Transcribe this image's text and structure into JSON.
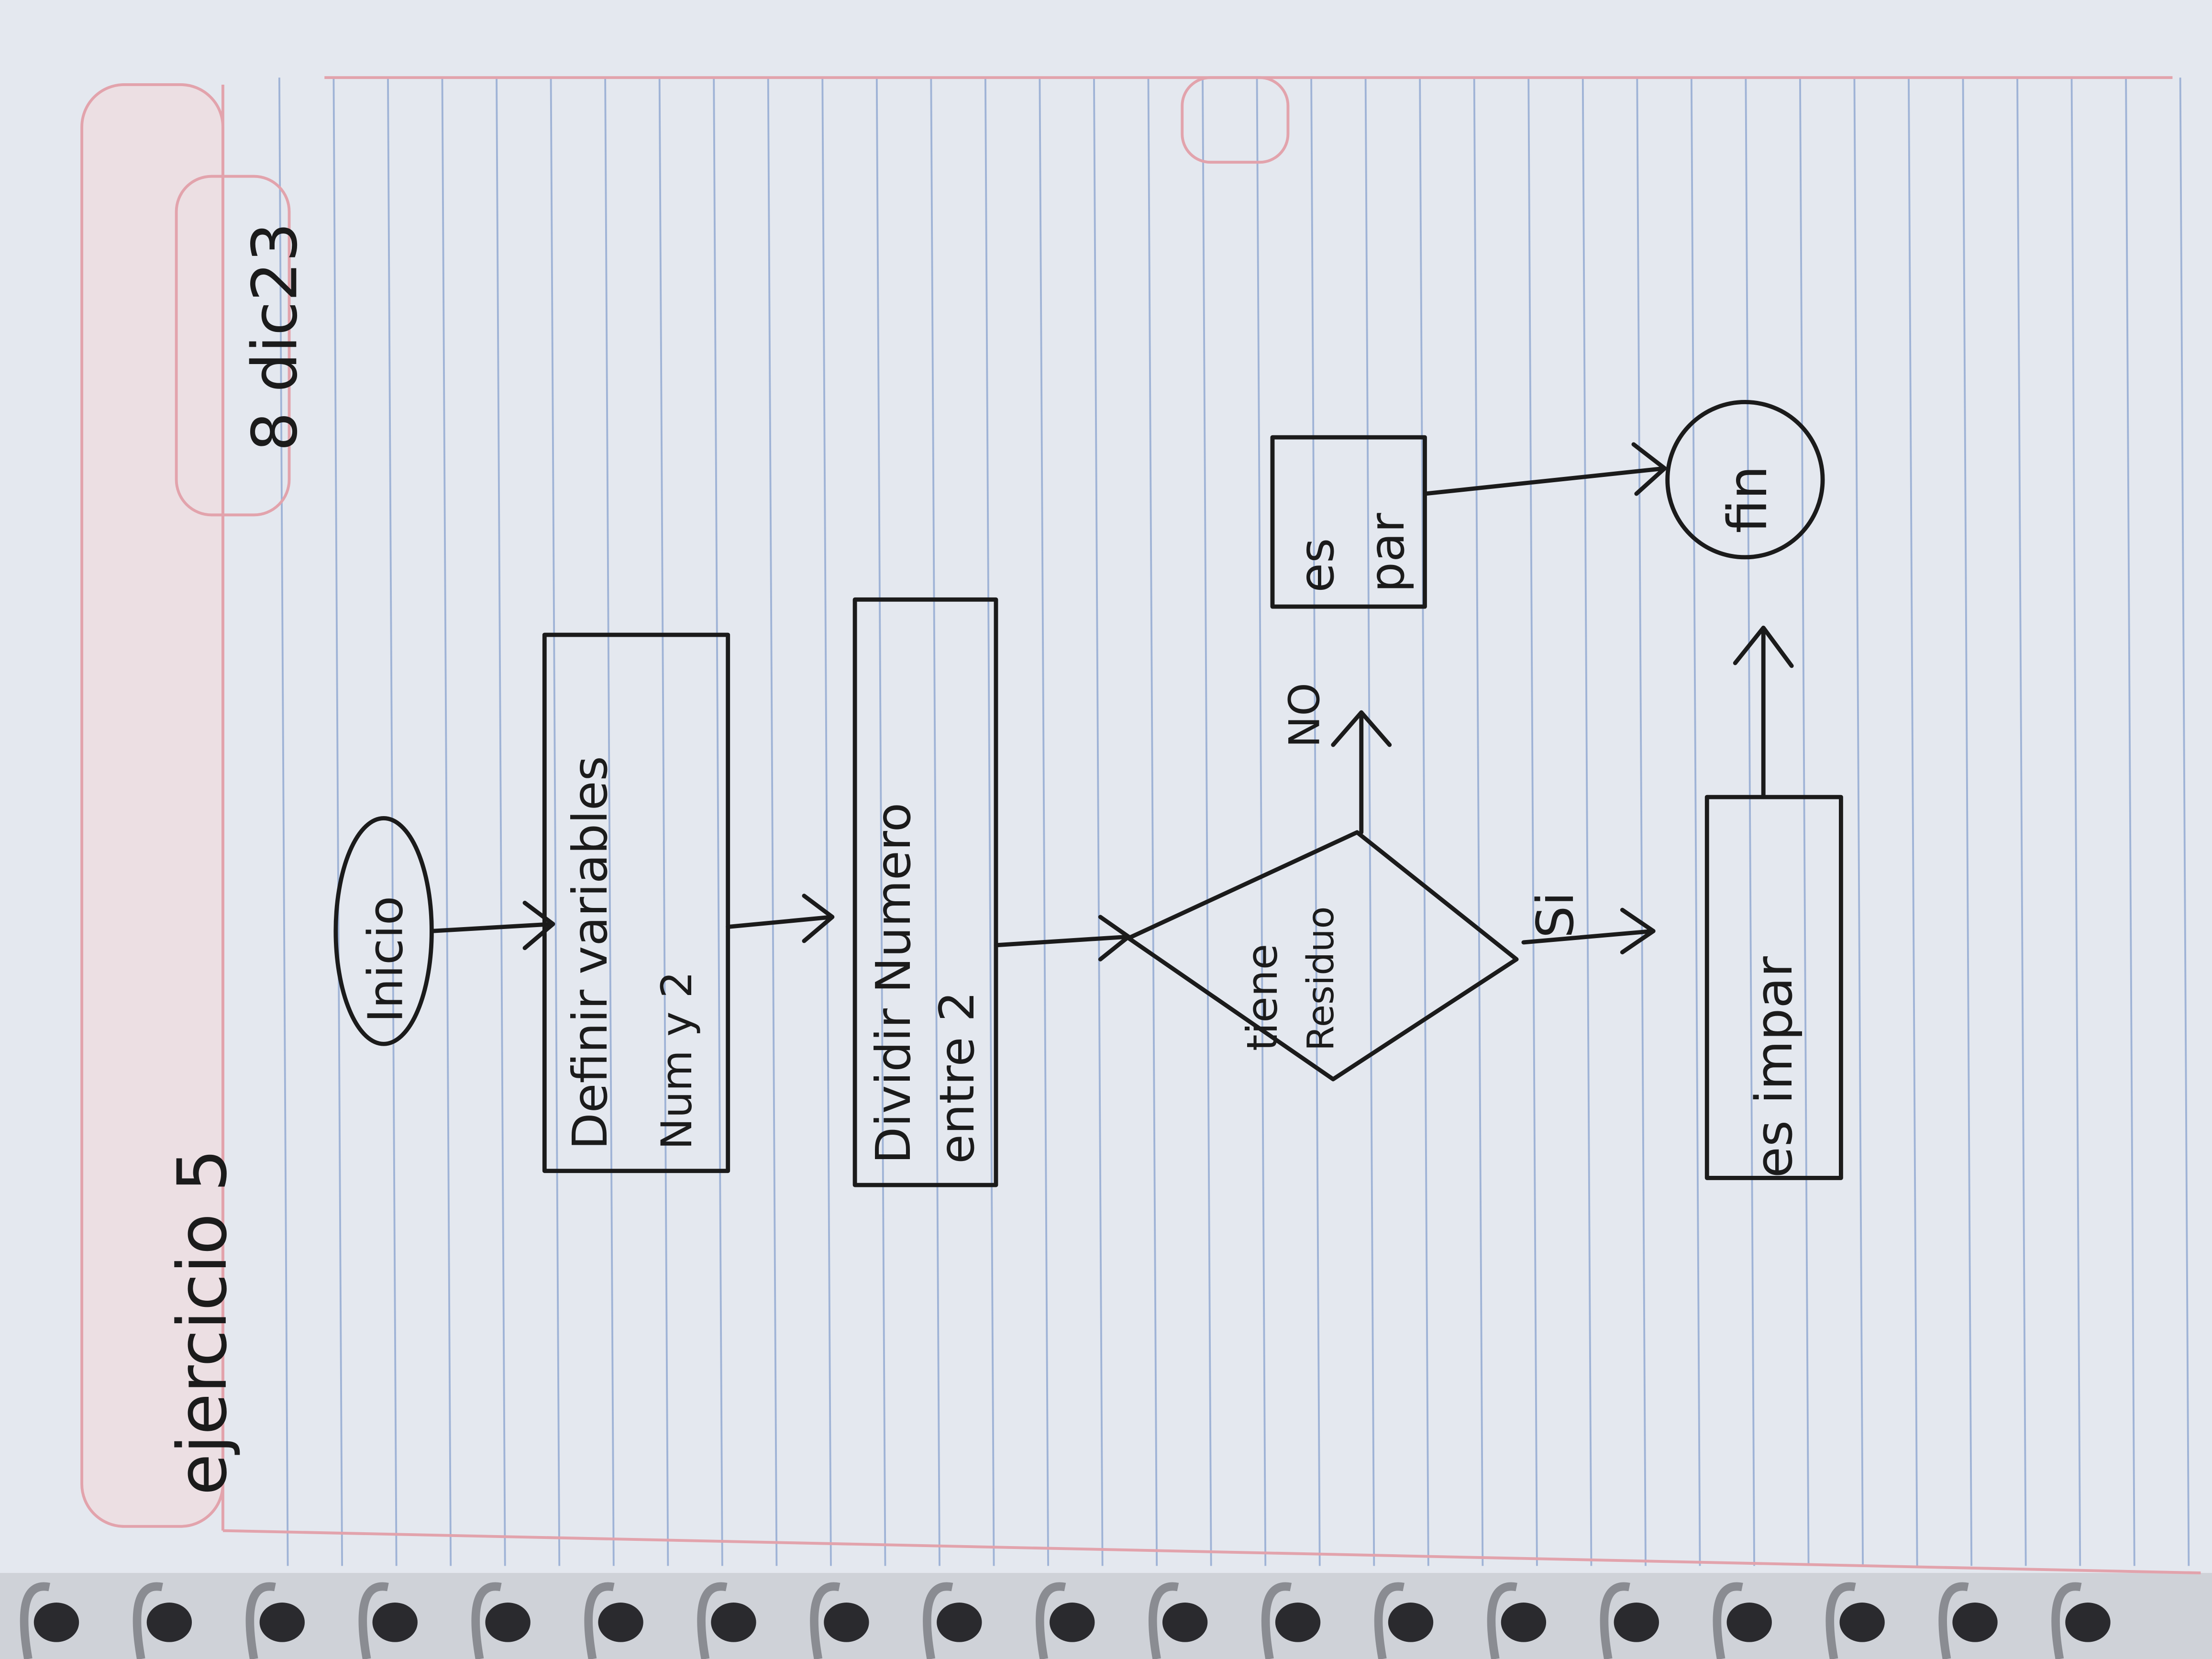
{
  "page": {
    "title": "ejercicio 5",
    "date": "8 dic23"
  },
  "flowchart": {
    "start": "Inicio",
    "step1": {
      "line1": "Definir variables",
      "line2": "Num y 2"
    },
    "step2": {
      "line1": "Dividir Numero",
      "line2": "entre 2"
    },
    "decision": {
      "line1": "tiene",
      "line2": "Residuo"
    },
    "branch_no": "NO",
    "branch_si": "Si",
    "result_no": {
      "line1": "es",
      "line2": "par"
    },
    "result_si": "es impar",
    "end": "fin"
  },
  "colors": {
    "paper": "#e4e8ef",
    "rule": "#9fb3d6",
    "margin": "#e2a3ac",
    "ink": "#1b1b1b"
  }
}
